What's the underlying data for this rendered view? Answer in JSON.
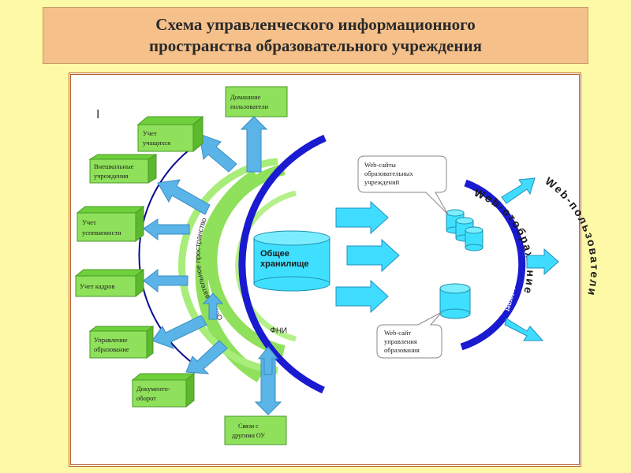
{
  "title": {
    "line1": "Схема управленческого информационного",
    "line2": "пространства образовательного учреждения"
  },
  "marker": "I",
  "storage": {
    "line1": "Общее",
    "line2": "хранилище"
  },
  "arcs": {
    "internet": "Internet",
    "edu_space": "Образовательное пространство",
    "fni": "ФНИ"
  },
  "left_nodes": {
    "home_users": [
      "Домашние",
      "пользователи"
    ],
    "students": [
      "Учет",
      "учащихся"
    ],
    "external": [
      "Внешкольные",
      "учреждения"
    ],
    "performance": [
      "Учет",
      "успеваемости"
    ],
    "staff": [
      "Учет кадров"
    ],
    "management": [
      "Управление",
      "образование"
    ],
    "documents": [
      "Документо-",
      "оборот"
    ],
    "links": [
      "Связи с",
      "другими ОУ"
    ]
  },
  "right": {
    "websites": [
      "Web-сайты",
      "образовательных",
      "учреждений"
    ],
    "mgmt_site": [
      "Web-сайт",
      "управления",
      "образования"
    ],
    "web_display": "Web-отображение",
    "web_users": "Web-пользователи",
    "internet": "Internet"
  },
  "colors": {
    "green": "#8fe05a",
    "blue_arrow": "#5ab4e8",
    "dark_blue": "#1a1ad0",
    "cyan": "#3fe0ff"
  }
}
